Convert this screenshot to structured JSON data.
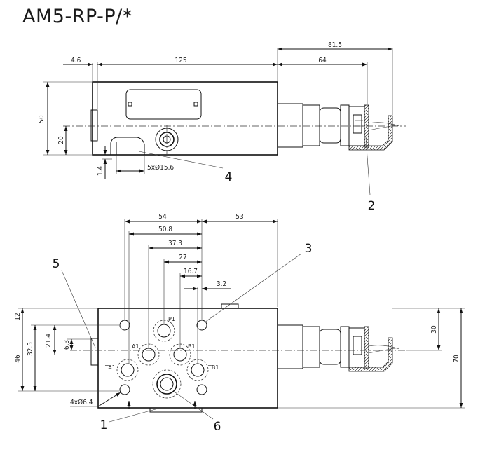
{
  "title": "AM5-RP-P/*",
  "top_view": {
    "dims": {
      "d4_6": "4.6",
      "d125": "125",
      "d81_5": "81.5",
      "d64": "64",
      "d50": "50",
      "d20": "20",
      "d1_4": "1.4",
      "d5xphi": "5xØ15.6"
    },
    "callouts": {
      "c4": "4",
      "c2": "2"
    }
  },
  "front_view": {
    "dims": {
      "d54": "54",
      "d53": "53",
      "d50_8": "50.8",
      "d37_3": "37.3",
      "d27": "27",
      "d16_7": "16.7",
      "d3_2": "3.2",
      "d12": "12",
      "d21_4": "21.4",
      "d6_3": "6.3",
      "d32_5": "32.5",
      "d46": "46",
      "d30": "30",
      "d70": "70",
      "d4xphi": "4xØ6.4"
    },
    "ports": {
      "p1": "P1",
      "a1": "A1",
      "b1": "B1",
      "ta1": "TA1",
      "tb1": "TB1"
    },
    "callouts": {
      "c5": "5",
      "c3": "3",
      "c1": "1",
      "c6": "6"
    }
  }
}
